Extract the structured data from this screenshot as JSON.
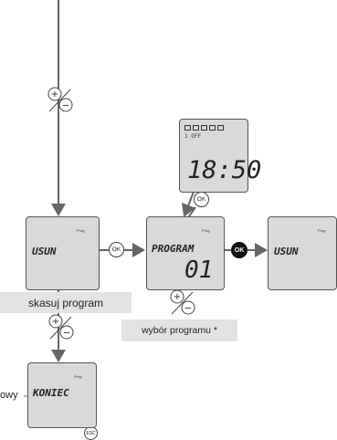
{
  "screens": {
    "usun_left": {
      "word": "USUN",
      "prog": "Prog"
    },
    "program": {
      "word": "PROGRAM",
      "number": "01",
      "prog": "Prog"
    },
    "usun_right": {
      "word": "USUN",
      "prog": "Prog"
    },
    "clock": {
      "days": "1 2 3 4 5",
      "off": "1 OFF",
      "time": "18:50"
    },
    "koniec": {
      "word": "KONIEC",
      "prog": "Prog"
    }
  },
  "buttons": {
    "ok1": "OK",
    "ok2": "OK",
    "ok_up": "OK",
    "esc": "ESC",
    "plus": "+",
    "minus": "−"
  },
  "labels": {
    "skasuj": "skasuj program",
    "wybor": "wybór programu *",
    "side": "owy"
  },
  "colors": {
    "arrow": "#666666",
    "lcd_bg": "#d9d9d9",
    "label_bg": "#e3e3e3",
    "ok_filled": "#111111"
  }
}
